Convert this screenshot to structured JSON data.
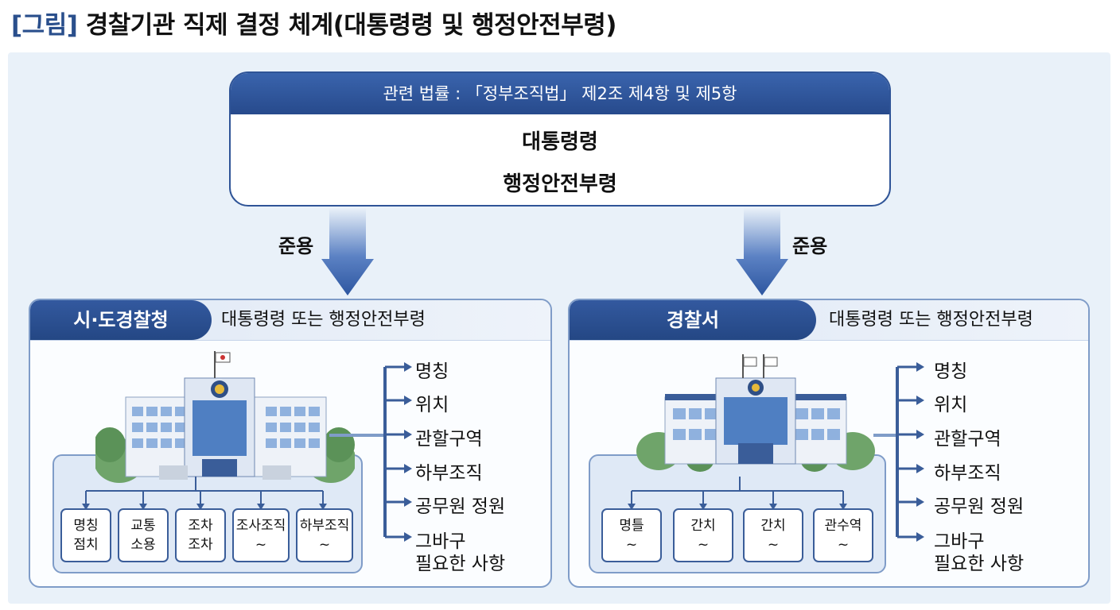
{
  "figure": {
    "tag": "[그림]",
    "title": "경찰기관 직제 결정 체계(대통령령 및 행정안전부령)"
  },
  "law": {
    "header": "관련 법률 : 「정부조직법」 제2조 제4항 및 제5항",
    "line1": "대통령령",
    "line2": "행정안전부령"
  },
  "arrows": {
    "left_label": "준용",
    "right_label": "준용"
  },
  "left_office": {
    "name": "시·도경찰청",
    "basis": "대통령령 또는 행정안전부령",
    "boxes": [
      {
        "l1": "명칭",
        "l2": "점치"
      },
      {
        "l1": "교통",
        "l2": "소용"
      },
      {
        "l1": "조차",
        "l2": "조차"
      },
      {
        "l1": "조사조직",
        "l2": "~"
      },
      {
        "l1": "하부조직",
        "l2": "~"
      }
    ],
    "items": [
      "명칭",
      "위치",
      "관할구역",
      "하부조직",
      "공무원 정원",
      "그바구",
      "필요한 사항"
    ]
  },
  "right_office": {
    "name": "경찰서",
    "basis": "대통령령 또는 행정안전부령",
    "boxes": [
      {
        "l1": "명틀",
        "l2": "~"
      },
      {
        "l1": "간치",
        "l2": "~"
      },
      {
        "l1": "간치",
        "l2": "~"
      },
      {
        "l1": "관수역",
        "l2": "~"
      }
    ],
    "items": [
      "명칭",
      "위치",
      "관할구역",
      "하부조직",
      "공무원 정원",
      "그바구",
      "필요한 사항"
    ]
  },
  "colors": {
    "accent": "#2a4f8c",
    "panel": "#e9f1f9",
    "box_border": "#7f9cc8"
  }
}
